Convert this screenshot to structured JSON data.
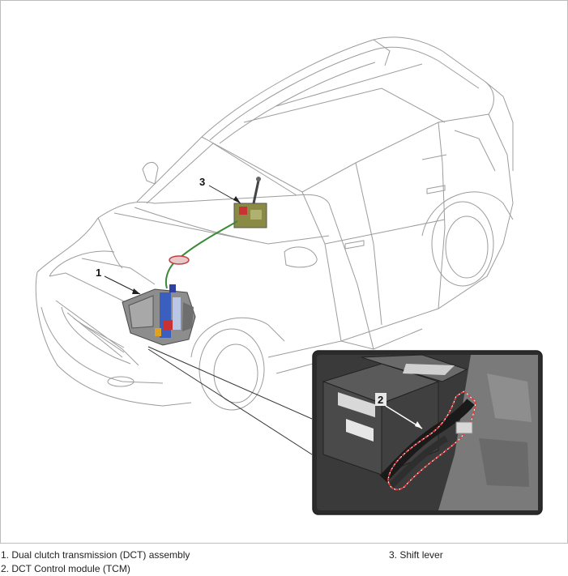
{
  "callouts": {
    "c1": "1",
    "c2": "2",
    "c3": "3"
  },
  "legend": {
    "item1": "1. Dual clutch transmission (DCT) assembly",
    "item2": "2. DCT Control module (TCM)",
    "item3": "3. Shift lever"
  }
}
